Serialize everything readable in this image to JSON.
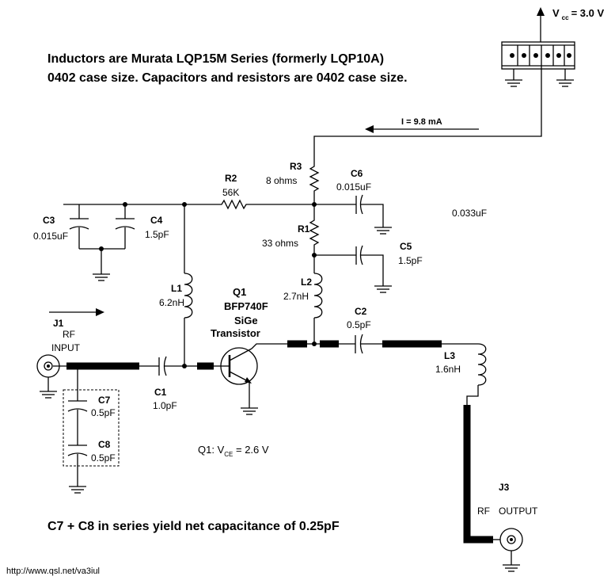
{
  "notes": {
    "line1": "Inductors are Murata LQP15M Series  (formerly  LQP10A)",
    "line2": "0402 case size.   Capacitors and resistors  are 0402 case size.",
    "series_note": "C7 + C8 in series yield net capacitance of 0.25pF",
    "url": "http://www.qsl.net/va3iul"
  },
  "supply": {
    "vcc_label": "V",
    "vcc_sub": "cc",
    "vcc_value": "= 3.0 V",
    "current": "I = 9.8 mA"
  },
  "transistor": {
    "ref": "Q1",
    "part": "BFP740F",
    "type1": "SiGe",
    "type2": "Transistor",
    "vce_prefix": "Q1:  V",
    "vce_sub": "CE",
    "vce_value": " = 2.6 V"
  },
  "components": {
    "R1": {
      "ref": "R1",
      "value": "33 ohms"
    },
    "R2": {
      "ref": "R2",
      "value": "56K"
    },
    "R3": {
      "ref": "R3",
      "value": "8 ohms"
    },
    "C1": {
      "ref": "C1",
      "value": "1.0pF"
    },
    "C2": {
      "ref": "C2",
      "value": "0.5pF"
    },
    "C3": {
      "ref": "C3",
      "value": "0.015uF"
    },
    "C4": {
      "ref": "C4",
      "value": "1.5pF"
    },
    "C5": {
      "ref": "C5",
      "value": "1.5pF"
    },
    "C6": {
      "ref": "C6",
      "value": "0.015uF"
    },
    "C7": {
      "ref": "C7",
      "value": "0.5pF"
    },
    "C8": {
      "ref": "C8",
      "value": "0.5pF"
    },
    "L1": {
      "ref": "L1",
      "value": "6.2nH"
    },
    "L2": {
      "ref": "L2",
      "value": "2.7nH"
    },
    "L3": {
      "ref": "L3",
      "value": "1.6nH"
    },
    "stray": "0.033uF"
  },
  "connectors": {
    "J1": {
      "ref": "J1",
      "line1": "RF",
      "line2": "INPUT"
    },
    "J3": {
      "ref": "J3",
      "line1": "RF",
      "line2": "OUTPUT"
    }
  }
}
